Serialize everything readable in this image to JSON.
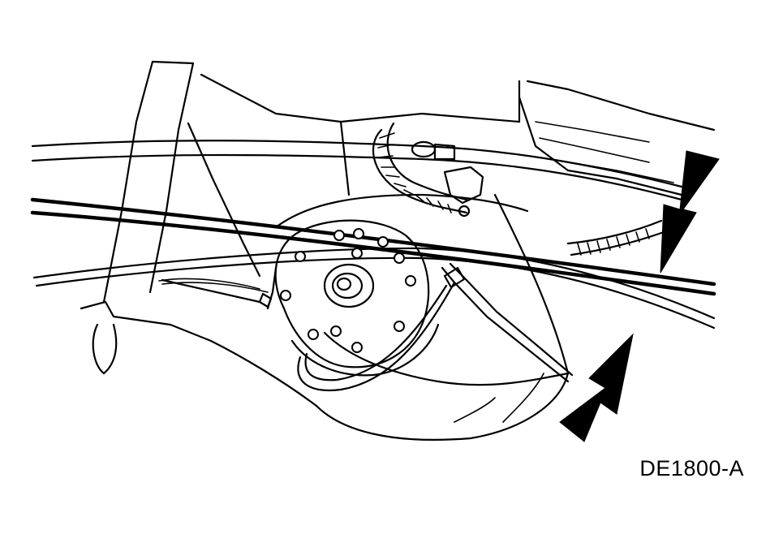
{
  "figure": {
    "code": "DE1800-A"
  },
  "icons": {
    "arrow_upper": "arrow-pointing-down-left",
    "arrow_lower": "arrow-pointing-up-right"
  },
  "colors": {
    "line": "#000000",
    "background": "#ffffff"
  }
}
